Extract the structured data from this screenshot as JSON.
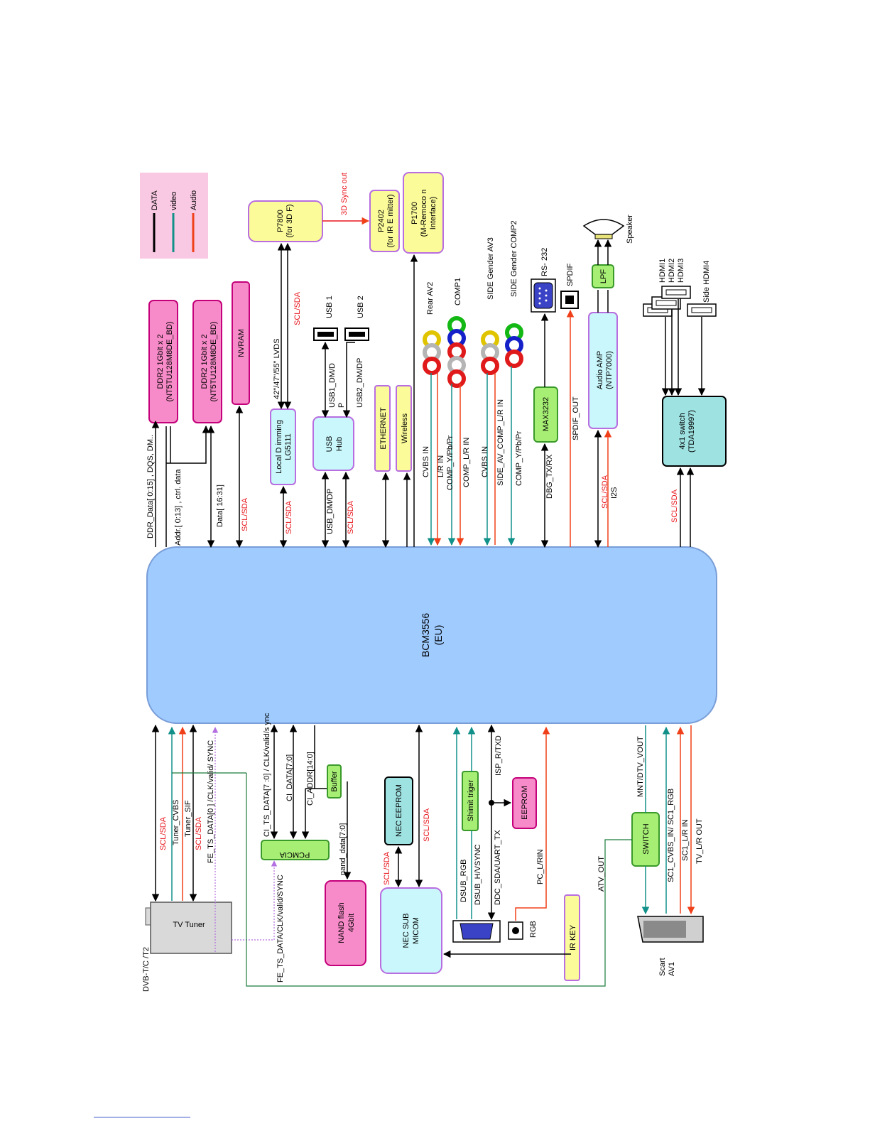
{
  "legend": {
    "data": "DATA",
    "video": "video",
    "audio": "Audio"
  },
  "colors": {
    "data": "#000000",
    "video": "#12908a",
    "audio": "#f0401a",
    "purple": "#b36ee0",
    "green_line": "#1a7a3a"
  },
  "soc": {
    "name": "BCM3556",
    "sub": "(EU)"
  },
  "blocks": {
    "ddr1": {
      "l1": "DDR2 1Gbit x 2",
      "l2": "(NT5TU128M8DE_BD)"
    },
    "ddr2": {
      "l1": "DDR2 1Gbit x 2",
      "l2": "(NT5TU128M8DE_BD)"
    },
    "nvram": "NVRAM",
    "p7800": {
      "l1": "P7800",
      "l2": "(for 3D F)"
    },
    "p2402": {
      "l1": "P2402",
      "l2": "(for IR E mitter)"
    },
    "p1700": {
      "l1": "P1700",
      "l2": "(M-Remoco n",
      "l3": "Interface)"
    },
    "local_dimming": {
      "l1": "Local D imming",
      "l2": "LG5111"
    },
    "usb_hub": {
      "l1": "USB",
      "l2": "Hub"
    },
    "ethernet": "ETHERNET",
    "wireless": "Wireless",
    "max3232": "MAX3232",
    "audio_amp": {
      "l1": "Audio AMP",
      "l2": "(NTP7000)"
    },
    "lpf": "LPF",
    "switch4x1": {
      "l1": "4x1 switch",
      "l2": "(TDA19997)"
    },
    "buffer": "Buffer",
    "pcmcia": "PCMCIA",
    "nand": {
      "l1": "NAND flash",
      "l2": "4Gbit"
    },
    "nec_eeprom": "NEC EEPROM",
    "nec_micom": {
      "l1": "NEC SUB",
      "l2": "MICOM"
    },
    "schmitt": "Shimit  triger",
    "eeprom": "EEPROM",
    "switch": "SWITCH",
    "tv_tuner": "TV Tuner",
    "ir_key": "IR KEY"
  },
  "labels": {
    "sync3d": "3D Sync out",
    "lvds": "42\"/47\"/55\" LVDS",
    "scl_sda": "SCL/SDA",
    "usb1": "USB 1",
    "usb2": "USB 2",
    "usb1_dm_a": "USB1_DM/D",
    "usb1_dm_b": "P",
    "usb2_dm": "USB2_DM/DP",
    "usb_dm": "USB_DM/DP",
    "ddr_data": "DDR_Data[ 0:15] , DQS, DM..",
    "addr": "Addr.[ 0:13] , ctrl. data",
    "data1631": "Data[ 16:31]",
    "rear_av2": "Rear AV2",
    "comp1": "COMP1",
    "side_av3": "SIDE Gender AV3",
    "side_comp2": "SIDE Gender COMP2",
    "rs232": "RS- 232",
    "spdif": "SPDIF",
    "speaker": "Speaker",
    "hdmi1": "HDMI1",
    "hdmi2": "HDMI2",
    "hdmi3": "HDMI3",
    "side_hdmi4": "Side HDMI4",
    "cvbs_in": "CVBS IN",
    "lr_in": "L/R IN",
    "comp_ypbpr": "COMP_Y/Pb/Pr",
    "comp_lr_in": "COMP_L/R IN",
    "cvbs_in2": "CVBS IN",
    "side_av_comp": "SIDE_AV_COMP_L/R IN",
    "comp_ypbpr2": "COMP_Y/Pb/Pr",
    "dbg": "DBG_TX/RX",
    "spdif_out": "SPDIF_OUT",
    "i2s": "I2S",
    "tuner_cvbs": "Tuner_CVBS",
    "tuner_sif": "Tuner_SIF",
    "fe_ts": "FE_TS_DATA[0 ] /CLK/valid/ SYNC",
    "ci_ts": "CI_TS_DATA[7 :0] / CLK/valid/s ync",
    "ci_data": "CI_DATA[7:0]",
    "ci_addr": "CI_ADDR[14:0]",
    "nand_data": "nand_data[7:0]",
    "isp": "ISP_R/TXD",
    "dsub_rgb": "DSUB_RGB",
    "dsub_hv": "DSUB_H/VSYNC",
    "ddc": "DDC_SDA/UART_TX",
    "pc_lr": "PC_L/RIN",
    "rgb": "RGB",
    "atv_out": "ATV_OUT",
    "mnt": "MNT/DTV_VOUT",
    "sc1_cvbs": "SC1_CVBS_IN/ SC1_RGB",
    "sc1_lr": "SC1_L/R IN",
    "tv_lr_out": "TV_L/R OUT",
    "scart_l1": "Scart",
    "scart_l2": "AV1",
    "dvb": "DVB-T/C /T2",
    "fe_ts2": "FE_TS_DATA/CLK/valid/SYNC"
  }
}
